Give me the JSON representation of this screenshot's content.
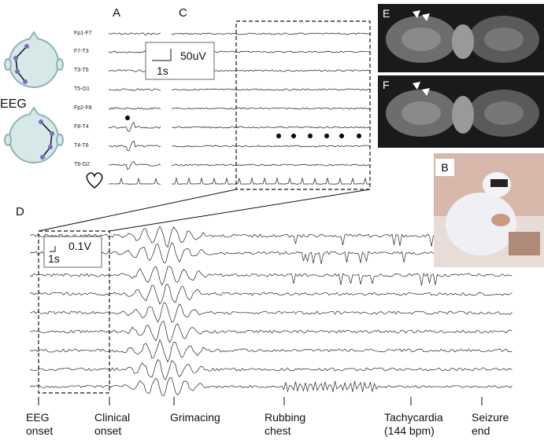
{
  "panels": {
    "a": "A",
    "c": "C",
    "d": "D",
    "e": "E",
    "f": "F",
    "b": "B"
  },
  "eeg_label": "EEG",
  "channels": [
    "Fp1-F7",
    "F7-T3",
    "T3-T5",
    "T5-O1",
    "Fp2-F8",
    "F8-T4",
    "T4-T6",
    "T6-O2"
  ],
  "scale_c": {
    "amplitude": "50uV",
    "time": "1s"
  },
  "scale_d": {
    "amplitude": "0.1V",
    "time": "1s"
  },
  "events": [
    {
      "line1": "EEG",
      "line2": "onset"
    },
    {
      "line1": "Clinical",
      "line2": "onset"
    },
    {
      "line1": "Grimacing",
      "line2": ""
    },
    {
      "line1": "Rubbing",
      "line2": "chest"
    },
    {
      "line1": "Tachycardia",
      "line2": "(144 bpm)"
    },
    {
      "line1": "Seizure",
      "line2": "end"
    }
  ],
  "colors": {
    "head_fill": "#d6e8e8",
    "head_stroke": "#8fb3b3",
    "electrode": "#7b6cc0",
    "mri_bg": "#1a1a1a",
    "photo_bg": "#c9a79a"
  },
  "icons": {
    "heart": "heart-outline-icon"
  }
}
